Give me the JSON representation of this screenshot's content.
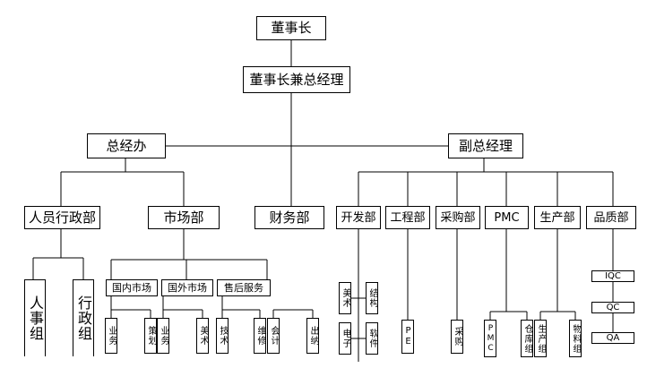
{
  "chairman": "董事长",
  "chairman_gm": "董事长兼总经理",
  "gm_office": "总经办",
  "deputy_gm": "副总经理",
  "hr_admin": {
    "label": "人员行政部",
    "hr": "人事组",
    "admin": "行政组"
  },
  "marketing": {
    "label": "市场部",
    "domestic": {
      "label": "国内市场",
      "sales": "业务",
      "planning": "策划"
    },
    "overseas": {
      "label": "国外市场",
      "sales": "业务",
      "art": "美术"
    },
    "after_sales": {
      "label": "售后服务",
      "tech": "技术",
      "repair": "维修"
    }
  },
  "finance": {
    "label": "财务部",
    "accounting": "会计",
    "cashier": "出纳"
  },
  "rnd": {
    "label": "开发部",
    "art": "美术",
    "structure": "结构",
    "electronics": "电子",
    "software": "软件"
  },
  "engineering": {
    "label": "工程部",
    "pe": "PE"
  },
  "purchasing": {
    "label": "采购部",
    "buying": "采购"
  },
  "pmc": {
    "label": "PMC",
    "pmc": "PMC",
    "warehouse": "仓库组"
  },
  "production": {
    "label": "生产部",
    "prod_group": "生产组",
    "material_group": "物料组"
  },
  "quality": {
    "label": "品质部",
    "iqc": "IQC",
    "qc": "QC",
    "qa": "QA"
  }
}
